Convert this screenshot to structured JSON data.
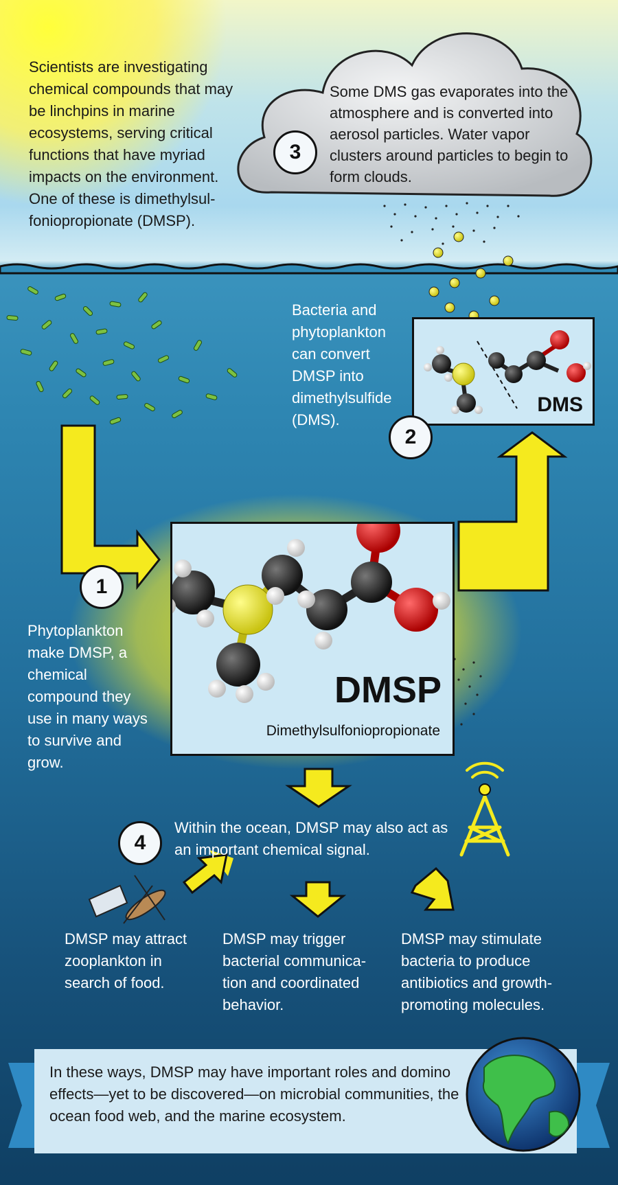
{
  "intro": "Scientists are investigating chemical compounds that may be linchpins in marine ecosystems, serving critical functions that have myriad impacts on the environment. One of these is dimethylsul-foniopropionate (DMSP).",
  "steps": {
    "s1": {
      "number": "1",
      "text": "Phytoplankton make DMSP, a chemical compound they use in many ways to survive and grow."
    },
    "s2": {
      "number": "2",
      "text": "Bacteria and phytoplankton can convert DMSP into dimethylsulfide (DMS)."
    },
    "s3": {
      "number": "3",
      "text": "Some DMS gas evaporates into the atmosphere and is converted into aerosol particles. Water vapor clusters around particles to begin to form clouds."
    },
    "s4": {
      "number": "4",
      "text": "Within the ocean, DMSP may also act as an important chemical signal."
    }
  },
  "dms_label": "DMS",
  "dmsp_label": "DMSP",
  "dmsp_fullname": "Dimethylsulfoniopropionate",
  "effects": [
    "DMSP may attract zooplankton in search of food.",
    "DMSP may trigger bacterial communica-tion and coordinated behavior.",
    "DMSP may stimulate bacteria to produce antibiotics and growth-promoting molecules."
  ],
  "conclusion": "In these ways, DMSP may have important roles and domino effects—yet to be discovered—on microbial communities, the ocean food web, and the marine ecosystem.",
  "colors": {
    "arrow": "#f5ea1e",
    "sulfur": "#e8e31e",
    "oxygen": "#d9141b",
    "carbon": "#2b2b2b",
    "panel": "#cde8f5",
    "ocean": "#226f9c"
  }
}
